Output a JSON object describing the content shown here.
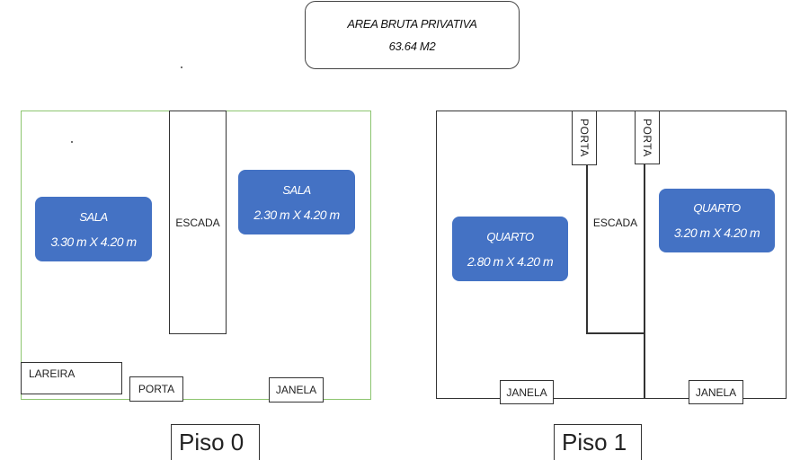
{
  "summary": {
    "title": "AREA BRUTA PRIVATIVA",
    "value": "63.64 M2"
  },
  "floor0": {
    "label": "Piso 0",
    "border_color": "#8cc56f",
    "rooms": [
      {
        "name": "SALA",
        "dims": "3.30 m X 4.20 m"
      },
      {
        "name": "SALA",
        "dims": "2.30 m X 4.20 m"
      }
    ],
    "stair": "ESCADA",
    "fireplace": "LAREIRA",
    "door": "PORTA",
    "window": "JANELA"
  },
  "floor1": {
    "label": "Piso 1",
    "rooms": [
      {
        "name": "QUARTO",
        "dims": "2.80 m X 4.20 m"
      },
      {
        "name": "QUARTO",
        "dims": "3.20 m X 4.20 m"
      }
    ],
    "stair": "ESCADA",
    "doors": [
      "PORTA",
      "PORTA"
    ],
    "windows": [
      "JANELA",
      "JANELA"
    ]
  },
  "colors": {
    "room_fill": "#4472c4",
    "room_text": "#ffffff"
  }
}
